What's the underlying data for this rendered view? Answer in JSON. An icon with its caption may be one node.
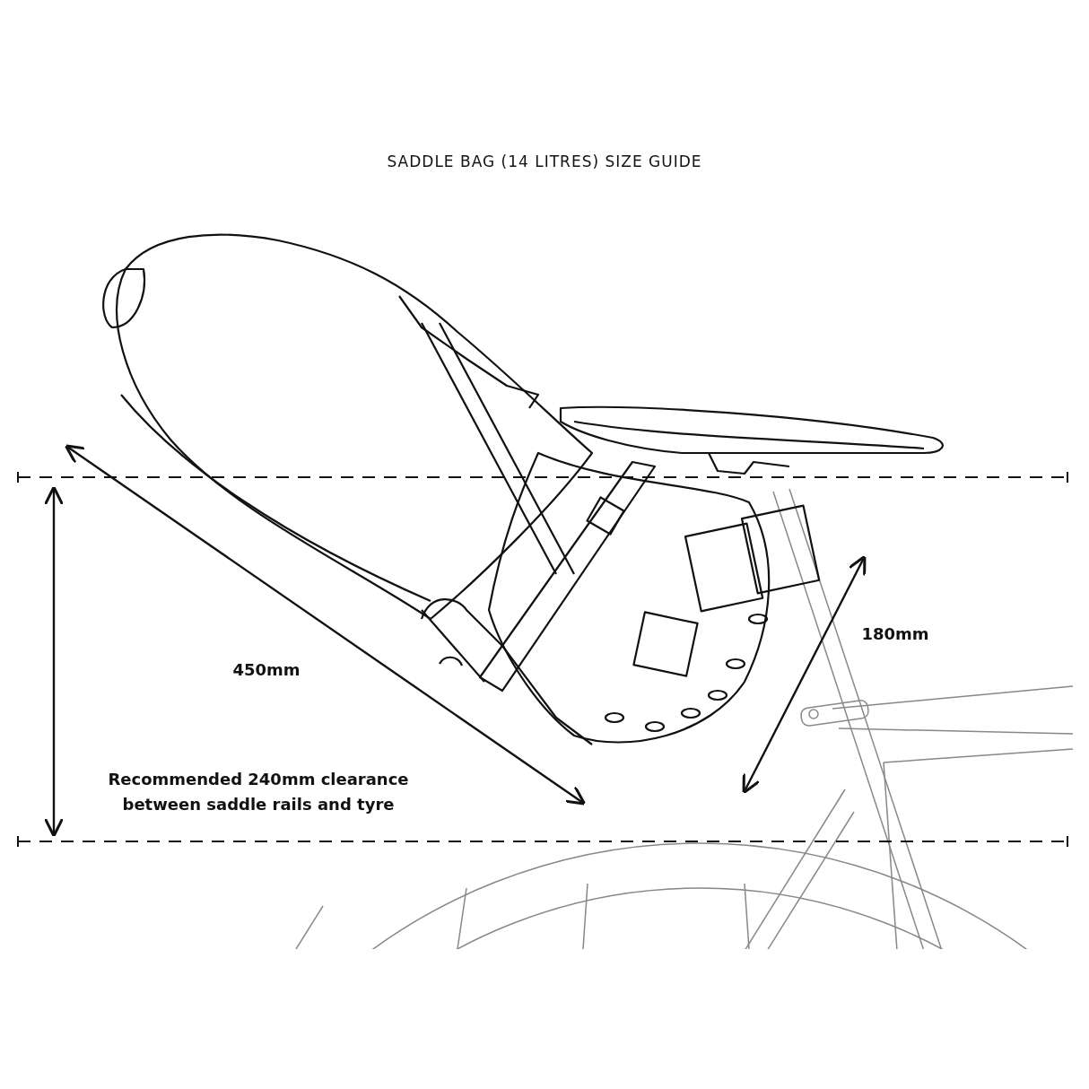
{
  "diagram": {
    "title": "SADDLE BAG (14 LITRES) SIZE GUIDE",
    "labels": [
      "450mm",
      "180mm",
      "Recommended 240mm clearance between saddle rails and tyre"
    ]
  }
}
